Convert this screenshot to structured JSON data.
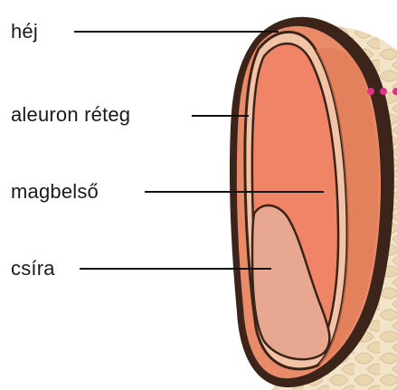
{
  "diagram": {
    "labels": [
      {
        "id": "hej",
        "text": "héj"
      },
      {
        "id": "aleuron",
        "text": "aleuron réteg"
      },
      {
        "id": "magbelso",
        "text": "magbelső"
      },
      {
        "id": "csira",
        "text": "csíra"
      }
    ]
  },
  "colors": {
    "husk_dark": "#3a2418",
    "outer_shell": "#e98b68",
    "aleuron": "#f3c2a5",
    "endosperm": "#ef8467",
    "germ": "#e7a78f",
    "texture": "#efe1c6",
    "accent_dots": "#e0308a",
    "leader_lines": "#111111"
  }
}
